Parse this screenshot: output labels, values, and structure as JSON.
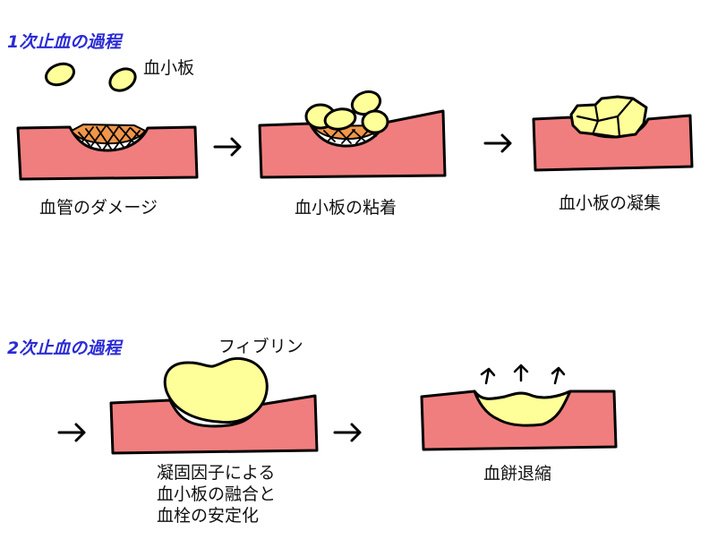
{
  "colors": {
    "vessel": "#f07e7e",
    "clot": "#ffff99",
    "fibrin_cross": "#f0964a",
    "heading": "#2b2bd6",
    "outline": "#000000"
  },
  "section1": {
    "heading": "1次止血の過程",
    "platelet_label": "血小板",
    "steps": [
      {
        "label": "血管のダメージ"
      },
      {
        "label": "血小板の粘着"
      },
      {
        "label": "血小板の凝集"
      }
    ]
  },
  "section2": {
    "heading": "2次止血の過程",
    "fibrin_label": "フィブリン",
    "steps": [
      {
        "label_lines": [
          "凝固因子による",
          "血小板の融合と",
          "血栓の安定化"
        ]
      },
      {
        "label": "血餅退縮"
      }
    ]
  }
}
